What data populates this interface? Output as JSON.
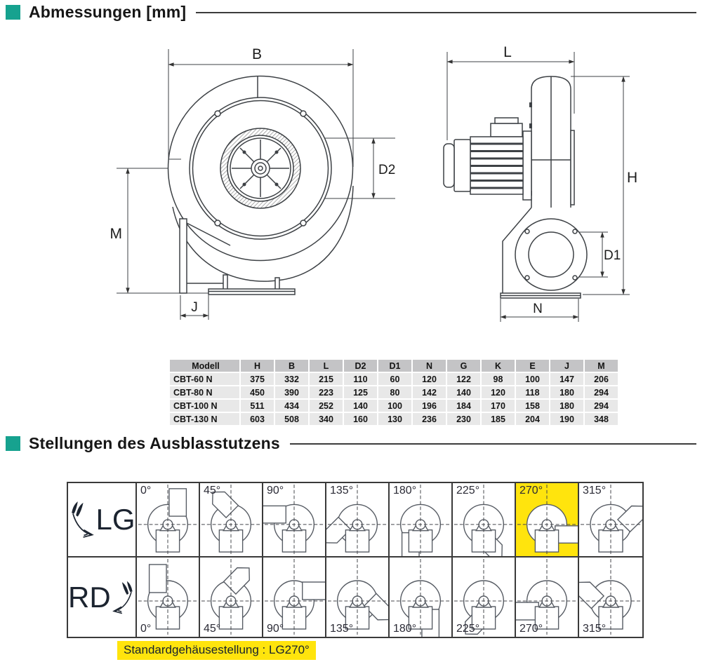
{
  "page": {
    "background": "#ffffff",
    "accent_teal": "#16a28f",
    "highlight_yellow": "#ffe40d"
  },
  "sections": {
    "dimensions": {
      "title": "Abmessungen [mm]"
    },
    "positions": {
      "title": "Stellungen des Ausblasstutzens"
    }
  },
  "drawings": {
    "front_view": {
      "labels": {
        "b": "B",
        "d2": "D2",
        "m": "M",
        "j": "J"
      }
    },
    "side_view": {
      "labels": {
        "l": "L",
        "h": "H",
        "d1": "D1",
        "n": "N"
      }
    }
  },
  "table": {
    "columns": [
      "Modell",
      "H",
      "B",
      "L",
      "D2",
      "D1",
      "N",
      "G",
      "K",
      "E",
      "J",
      "M"
    ],
    "rows": [
      {
        "model": "CBT-60 N",
        "values": [
          375,
          332,
          215,
          110,
          60,
          120,
          122,
          98,
          100,
          147,
          206
        ]
      },
      {
        "model": "CBT-80 N",
        "values": [
          450,
          390,
          223,
          125,
          80,
          142,
          140,
          120,
          118,
          180,
          294
        ]
      },
      {
        "model": "CBT-100 N",
        "values": [
          511,
          434,
          252,
          140,
          100,
          196,
          184,
          170,
          158,
          180,
          294
        ]
      },
      {
        "model": "CBT-130 N",
        "values": [
          603,
          508,
          340,
          160,
          130,
          236,
          230,
          185,
          204,
          190,
          348
        ]
      }
    ]
  },
  "positions_grid": {
    "rows": [
      {
        "id": "LG",
        "label": "LG",
        "label_pos": "top",
        "angles": [
          "0°",
          "45°",
          "90°",
          "135°",
          "180°",
          "225°",
          "270°",
          "315°"
        ],
        "highlighted_angle": "270°"
      },
      {
        "id": "RD",
        "label": "RD",
        "label_pos": "bottom",
        "angles": [
          "0°",
          "45°",
          "90°",
          "135°",
          "180°",
          "225°",
          "270°",
          "315°"
        ],
        "highlighted_angle": null
      }
    ]
  },
  "note": {
    "text": "Standardgehäusestellung : LG270°"
  }
}
